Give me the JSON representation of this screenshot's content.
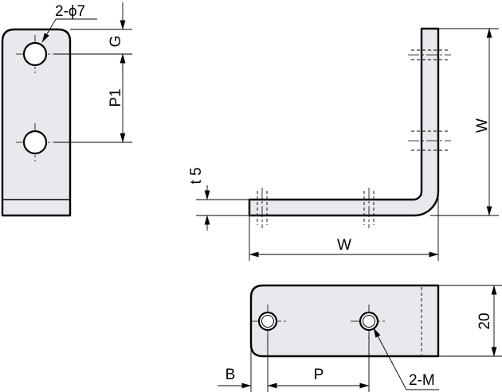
{
  "drawing": {
    "labels": {
      "hole_spec": "2-ϕ7",
      "dim_g": "G",
      "dim_p1": "P1",
      "dim_t": "t 5",
      "dim_w_horizontal": "W",
      "dim_w_vertical": "W",
      "dim_20": "20",
      "dim_b": "B",
      "dim_p": "P",
      "tap_spec": "2-M"
    }
  }
}
